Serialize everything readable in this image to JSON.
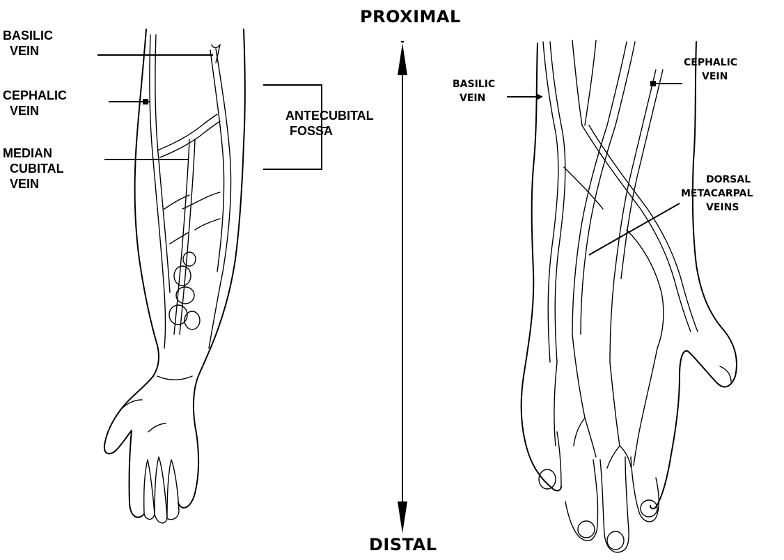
{
  "axis": {
    "proximal": "PROXIMAL",
    "distal": "DISTAL"
  },
  "forearm_labels": {
    "basilic": [
      "BASILIC",
      "VEIN"
    ],
    "cephalic": [
      "CEPHALIC",
      "VEIN"
    ],
    "median_cubital": [
      "MEDIAN",
      "CUBITAL",
      "VEIN"
    ],
    "antecubital": [
      "ANTECUBITAL",
      "FOSSA"
    ]
  },
  "hand_labels": {
    "basilic": [
      "BASILIC",
      "VEIN"
    ],
    "cephalic": [
      "CEPHALIC",
      "VEIN"
    ],
    "dorsal_metacarpal": [
      "DORSAL",
      "METACARPAL",
      "VEINS"
    ]
  },
  "colors": {
    "ink": "#000000",
    "background": "#ffffff"
  }
}
